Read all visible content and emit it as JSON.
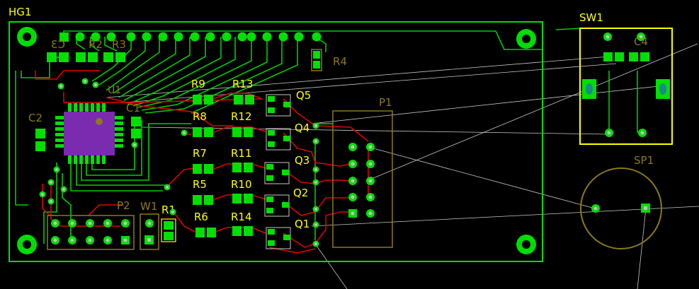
{
  "colors": {
    "background": "#000000",
    "top_copper": "#00cc00",
    "bottom_copper": "#e00000",
    "pad": "#00e000",
    "via": "#c0c0c0",
    "silk_top": "#ffff00",
    "silk_bottom": "#8a7a1a",
    "ratsnest": "#c8c8c8",
    "ic_body": "#7a2bb0",
    "outline": "#00dd00",
    "mount_hole": "#ffffff"
  },
  "board": {
    "label": "HG1"
  },
  "switch": {
    "label": "SW1",
    "cap_label": "C4"
  },
  "speaker": {
    "label": "SP1"
  },
  "connector": {
    "label": "P1"
  },
  "bottom_labels": {
    "c3": "C3",
    "r2": "R2",
    "r3": "R3",
    "r4": "R4",
    "c2": "C2",
    "c1": "C1",
    "u1": "U1",
    "p2": "P2",
    "w1": "W1"
  },
  "top_labels": {
    "r9": "R9",
    "r13": "R13",
    "q5": "Q5",
    "r8": "R8",
    "r12": "R12",
    "q4": "Q4",
    "r7": "R7",
    "r11": "R11",
    "q3": "Q3",
    "r5": "R5",
    "r10": "R10",
    "q2": "Q2",
    "r6": "R6",
    "r14": "R14",
    "q1": "Q1",
    "r1": "R1"
  }
}
